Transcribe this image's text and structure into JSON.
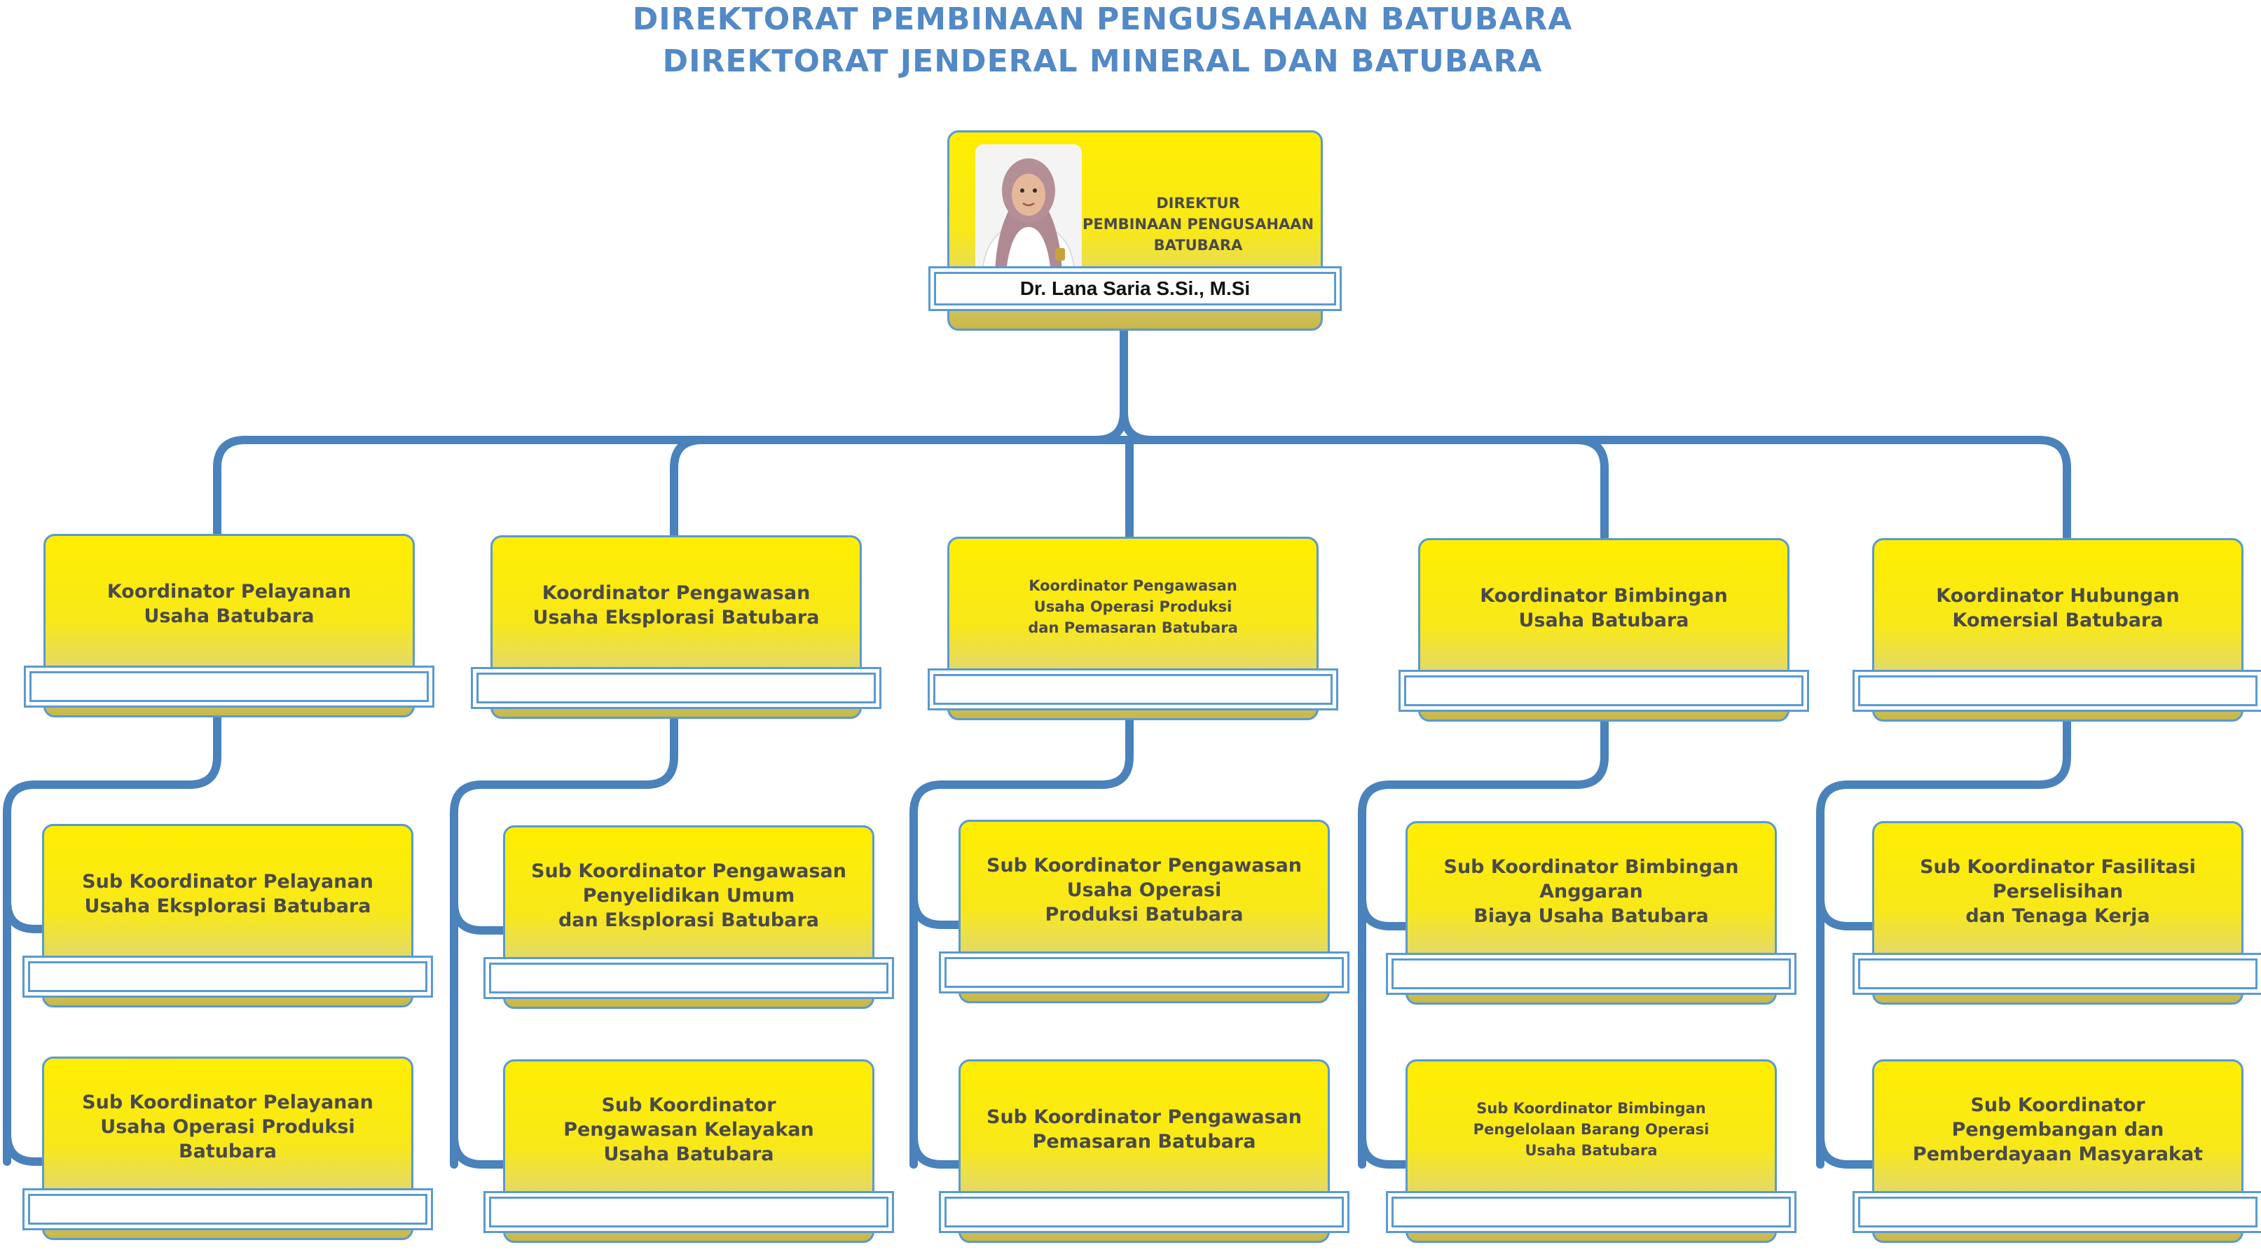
{
  "header": {
    "title_line1": "DIREKTORAT PEMBINAAN PENGUSAHAAN BATUBARA",
    "title_line2": "DIREKTORAT JENDERAL MINERAL DAN BATUBARA"
  },
  "director": {
    "role": "DIREKTUR\nPEMBINAAN PENGUSAHAAN\nBATUBARA",
    "name": "Dr. Lana Saria S.Si., M.Si",
    "photo_icon": "person-portrait-icon"
  },
  "coordinators": [
    {
      "label": "Koordinator Pelayanan\nUsaha Batubara",
      "subs": [
        "Sub Koordinator Pelayanan\nUsaha Eksplorasi Batubara",
        "Sub Koordinator Pelayanan\nUsaha Operasi Produksi\nBatubara"
      ]
    },
    {
      "label": "Koordinator Pengawasan\nUsaha Eksplorasi Batubara",
      "subs": [
        "Sub Koordinator Pengawasan\nPenyelidikan Umum\ndan Eksplorasi Batubara",
        "Sub Koordinator\nPengawasan Kelayakan\nUsaha Batubara"
      ]
    },
    {
      "label": "Koordinator Pengawasan\nUsaha Operasi Produksi\ndan Pemasaran Batubara",
      "subs": [
        "Sub Koordinator Pengawasan\nUsaha Operasi\nProduksi Batubara",
        "Sub Koordinator Pengawasan\nPemasaran Batubara"
      ]
    },
    {
      "label": "Koordinator Bimbingan\nUsaha Batubara",
      "subs": [
        "Sub Koordinator Bimbingan\nAnggaran\nBiaya Usaha Batubara",
        "Sub Koordinator Bimbingan\nPengelolaan Barang Operasi\nUsaha Batubara"
      ]
    },
    {
      "label": "Koordinator Hubungan\nKomersial Batubara",
      "subs": [
        "Sub Koordinator Fasilitasi\nPerselisihan\ndan Tenaga Kerja",
        "Sub Koordinator\nPengembangan dan\nPemberdayaan Masyarakat"
      ]
    }
  ],
  "colors": {
    "title": "#5289c6",
    "connector": "#4a82bb",
    "card_fill": "#ffee00",
    "card_border": "#5a9ad0"
  }
}
